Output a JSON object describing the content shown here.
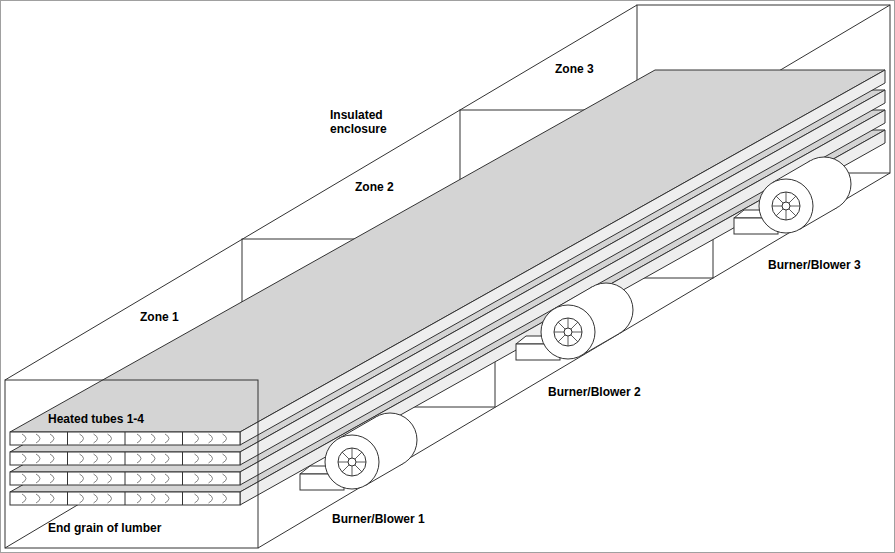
{
  "diagram": {
    "labels": [
      "Zone 3",
      "Insulated enclosure",
      "Zone 2",
      "Burner/Blower 3",
      "Zone 1",
      "Burner/Blower 2",
      "Heated tubes 1-4",
      "Burner/Blower 1",
      "End grain of lumber"
    ]
  }
}
